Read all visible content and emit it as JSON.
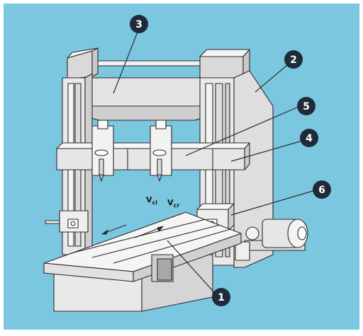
{
  "diagram": {
    "background_color": "#7cc7e0",
    "outline_color": "#2a2a2a",
    "machine_fill": "#ececec",
    "machine_shade": "#d6d6d6",
    "callouts": [
      {
        "id": "1",
        "label": "1"
      },
      {
        "id": "2",
        "label": "2"
      },
      {
        "id": "3",
        "label": "3"
      },
      {
        "id": "4",
        "label": "4"
      },
      {
        "id": "5",
        "label": "5"
      },
      {
        "id": "6",
        "label": "6"
      }
    ],
    "velocity_labels": [
      {
        "main": "V",
        "sub": "ci"
      },
      {
        "main": "V",
        "sub": "cr"
      }
    ]
  }
}
